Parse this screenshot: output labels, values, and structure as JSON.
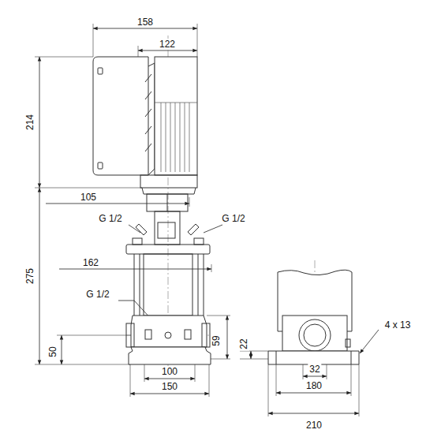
{
  "diagram": {
    "labels": [
      "158",
      "122",
      "214",
      "105",
      "G 1/2",
      "G 1/2",
      "275",
      "162",
      "G 1/2",
      "59",
      "22",
      "50",
      "100",
      "150",
      "4 x 13",
      "32",
      "180",
      "210"
    ]
  }
}
